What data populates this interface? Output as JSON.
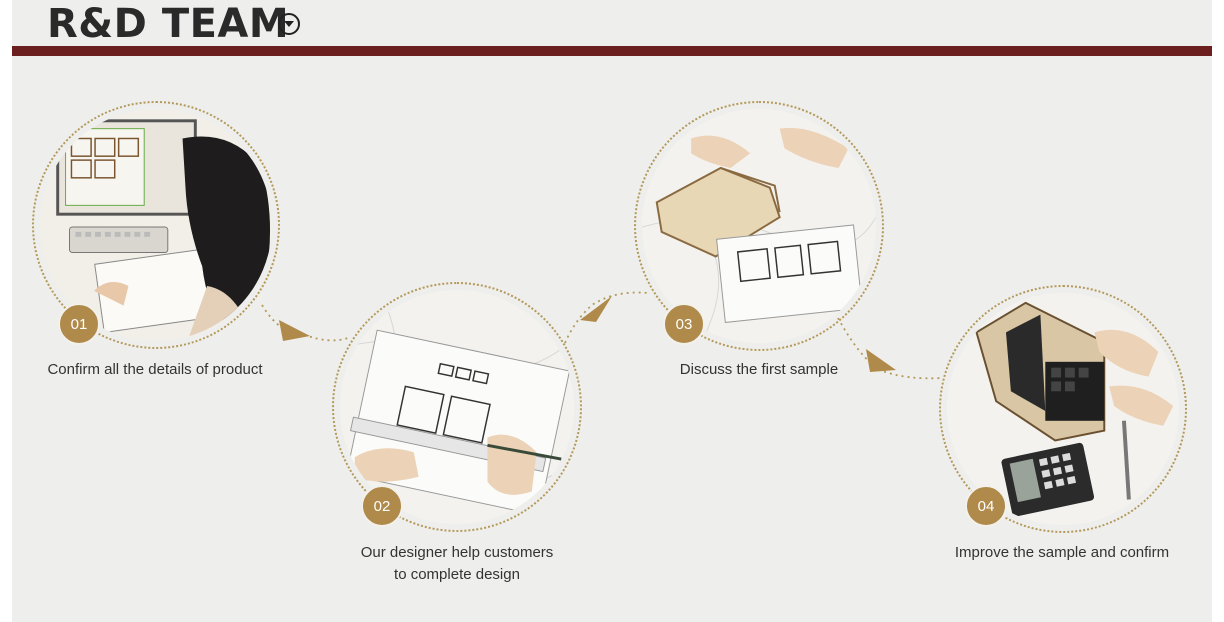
{
  "header": {
    "title": "R&D TEAM",
    "toggle_icon": "chevron-circle-down-icon",
    "bar_color": "#6b1f1f"
  },
  "accent_color": "#b08a4a",
  "steps": [
    {
      "number": "01",
      "caption": "Confirm all the details of product"
    },
    {
      "number": "02",
      "caption_line1": "Our designer help customers",
      "caption_line2": "to complete design"
    },
    {
      "number": "03",
      "caption": "Discuss the first sample"
    },
    {
      "number": "04",
      "caption": "Improve the sample and confirm"
    }
  ]
}
